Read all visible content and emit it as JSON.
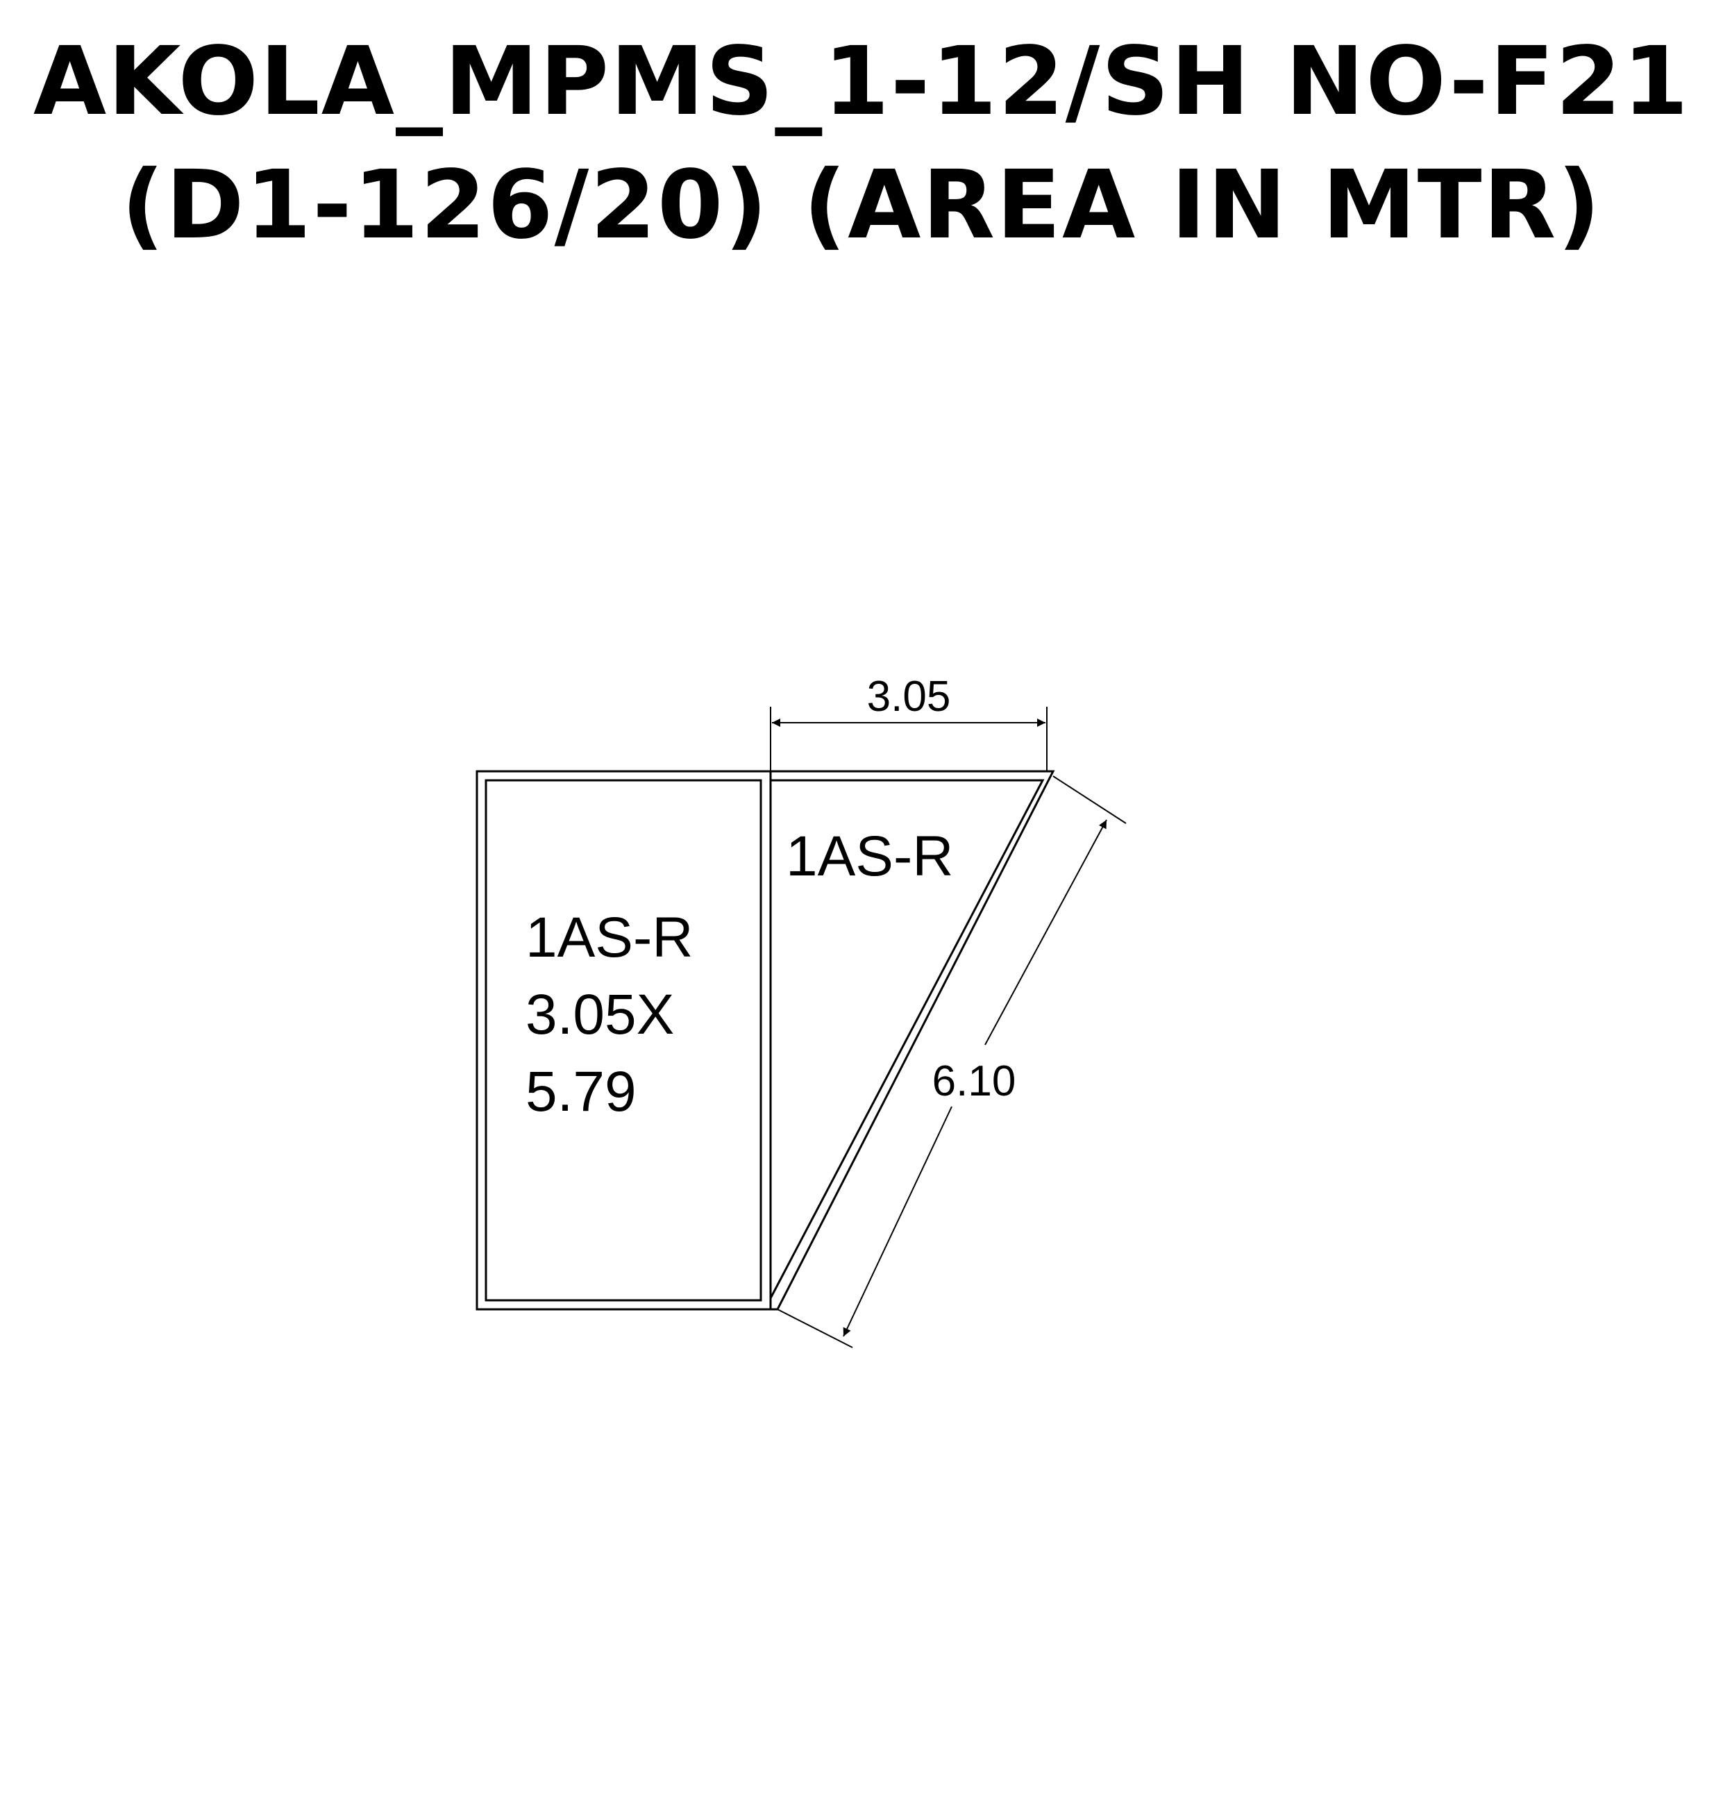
{
  "title": {
    "line1": "AKOLA_MPMS_1-12/SH NO-F21",
    "line2": "(D1-126/20) (AREA IN MTR)"
  },
  "plots": {
    "left": {
      "label": "1AS-R",
      "dimensions_line1": "3.05X",
      "dimensions_line2": "5.79"
    },
    "right": {
      "label": "1AS-R"
    }
  },
  "dimensions": {
    "top_width": "3.05",
    "diagonal_length": "6.10"
  },
  "colors": {
    "line": "#000000",
    "background": "#ffffff"
  }
}
